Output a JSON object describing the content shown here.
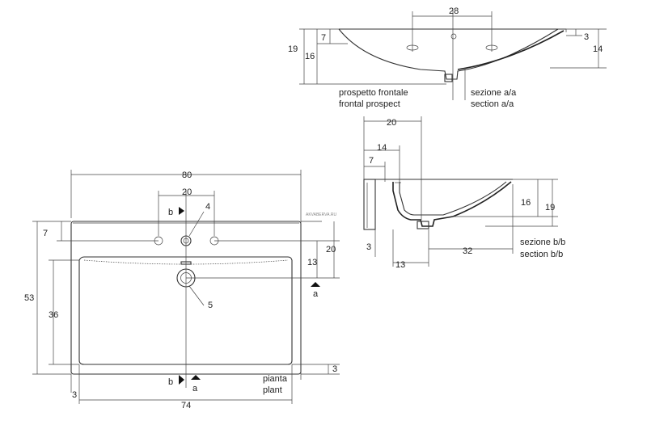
{
  "views": {
    "frontal": {
      "caption_it": "prospetto frontale",
      "caption_en": "frontal prospect",
      "dims": {
        "top": "28",
        "left_outer": "19",
        "left_mid": "16",
        "left_inner": "7"
      }
    },
    "section_a": {
      "caption_it": "sezione a/a",
      "caption_en": "section a/a",
      "dims": {
        "right_inner": "3",
        "right_outer": "14"
      }
    },
    "section_b": {
      "caption_it": "sezione b/b",
      "caption_en": "section b/b",
      "dims": {
        "top": "20",
        "mid": "14",
        "small": "7",
        "height_inner": "16",
        "height_outer": "19",
        "bottom_left": "3",
        "bottom_small": "13",
        "bottom_right": "32"
      }
    },
    "plan": {
      "caption_it": "pianta",
      "caption_en": "plant",
      "dims": {
        "width_total": "80",
        "holes_spacing": "20",
        "tap_hole": "4",
        "left_edge": "7",
        "right_top": "20",
        "right_mid": "13",
        "height_total": "53",
        "basin_height": "36",
        "drain": "5",
        "bottom_left": "3",
        "bottom_right": "3",
        "bottom_width": "74"
      },
      "markers": {
        "b_top": "b",
        "b_bottom": "b",
        "a_right": "a",
        "a_bottom": "a"
      }
    }
  },
  "watermark": "AKVABERVA.RU"
}
